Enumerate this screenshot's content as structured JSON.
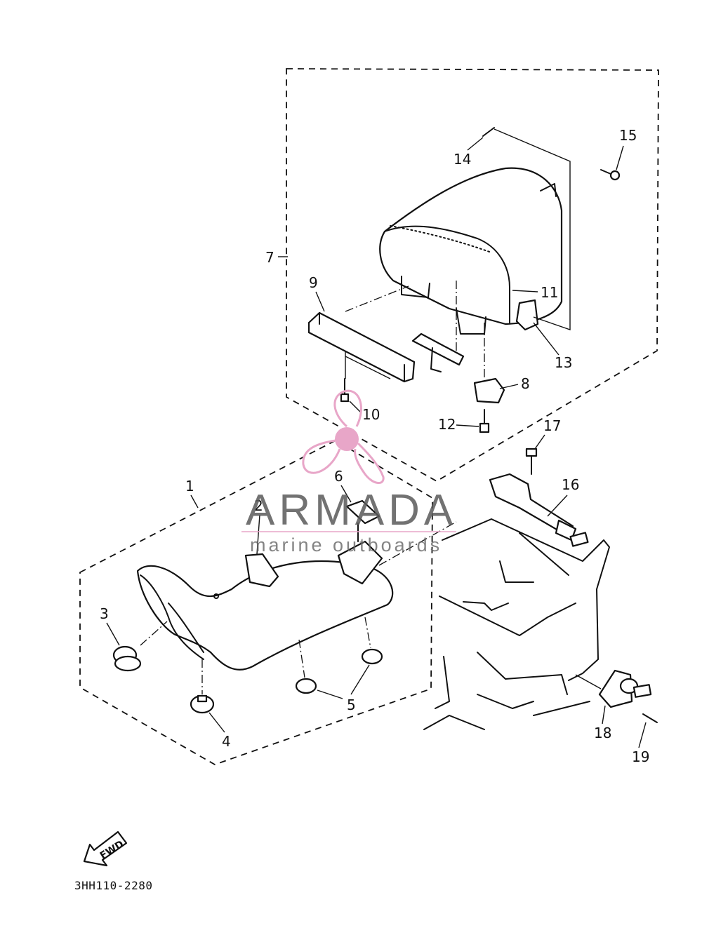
{
  "callouts": {
    "p1": "1",
    "p2": "2",
    "p3": "3",
    "p4": "4",
    "p5": "5",
    "p6": "6",
    "p7": "7",
    "p8": "8",
    "p9": "9",
    "p10": "10",
    "p11": "11",
    "p12": "12",
    "p13": "13",
    "p14": "14",
    "p15": "15",
    "p16": "16",
    "p17": "17",
    "p18": "18",
    "p19": "19"
  },
  "fwd_label": "FWD",
  "diagram_code": "3HH110-2280",
  "watermark": {
    "brand": "ARMADA",
    "tagline": "marine outboards",
    "color": "#e8a6c8"
  }
}
